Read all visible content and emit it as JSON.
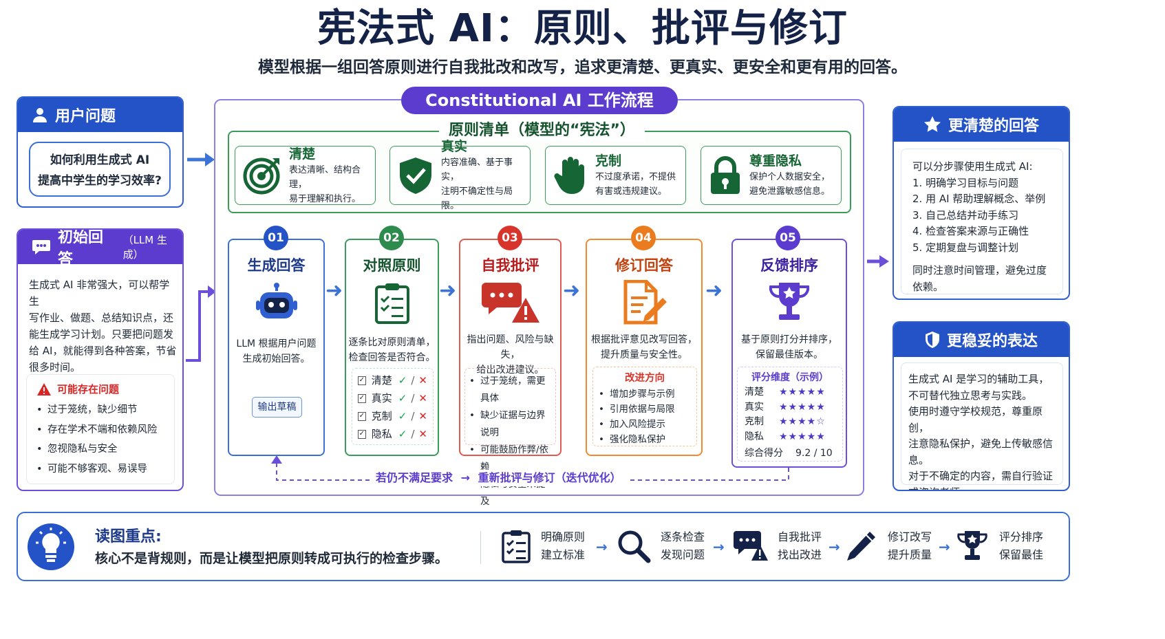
{
  "title": "宪法式 AI：原则、批评与修订",
  "subtitle": "模型根据一组回答原则进行自我批改和改写，追求更清楚、更真实、更安全和更有用的回答。",
  "user_question": {
    "header": "用户问题",
    "text_line1": "如何利用生成式 AI",
    "text_line2": "提高中学生的学习效率?"
  },
  "initial_answer": {
    "header": "初始回答",
    "header_sub": "（LLM 生成）",
    "lines": [
      "生成式 AI 非常强大，可以帮学生",
      "写作业、做题、总结知识点，还",
      "能生成学习计划。只要把问题发",
      "给 AI，就能得到各种答案，节省",
      "很多时间。"
    ],
    "issues_title": "可能存在问题",
    "issues": [
      "过于笼统，缺少细节",
      "存在学术不端和依赖风险",
      "忽视隐私与安全",
      "可能不够客观、易误导"
    ]
  },
  "workflow": {
    "title": "Constitutional AI 工作流程",
    "loop_text_1": "若仍不满足要求",
    "loop_arrow": "→",
    "loop_text_2": "重新批评与修订（迭代优化）"
  },
  "principles": {
    "title": "原则清单（模型的“宪法”）",
    "items": [
      {
        "name": "清楚",
        "desc1": "表达清晰、结构合理，",
        "desc2": "易于理解和执行。"
      },
      {
        "name": "真实",
        "desc1": "内容准确、基于事实，",
        "desc2": "注明不确定性与局限。"
      },
      {
        "name": "克制",
        "desc1": "不过度承诺，不提供",
        "desc2": "有害或违规建议。"
      },
      {
        "name": "尊重隐私",
        "desc1": "保护个人数据安全，",
        "desc2": "避免泄露敏感信息。"
      }
    ]
  },
  "steps": [
    {
      "num": "01",
      "title": "生成回答",
      "desc1": "LLM 根据用户问题",
      "desc2": "生成初始回答。",
      "tag": "输出草稿"
    },
    {
      "num": "02",
      "title": "对照原则",
      "desc1": "逐条比对原则清单，",
      "desc2": "检查回答是否符合。",
      "checks": [
        "清楚",
        "真实",
        "克制",
        "隐私"
      ],
      "mark_ok": "✓",
      "mark_sep": "/",
      "mark_bad": "✕"
    },
    {
      "num": "03",
      "title": "自我批评",
      "desc1": "指出问题、风险与缺失，",
      "desc2": "给出改进建议。",
      "points": [
        "过于笼统，需更具体",
        "缺少证据与边界说明",
        "可能鼓励作弊/依赖",
        "隐私与安全未提及"
      ]
    },
    {
      "num": "04",
      "title": "修订回答",
      "desc1": "根据批评意见改写回答，",
      "desc2": "提升质量与安全性。",
      "box_title": "改进方向",
      "points": [
        "增加步骤与示例",
        "引用依据与局限",
        "加入风险提示",
        "强化隐私保护"
      ]
    },
    {
      "num": "05",
      "title": "反馈排序",
      "desc1": "基于原则打分并排序，",
      "desc2": "保留最佳版本。",
      "box_title": "评分维度（示例）",
      "scores": [
        {
          "name": "清楚",
          "stars": "★★★★★"
        },
        {
          "name": "真实",
          "stars": "★★★★★"
        },
        {
          "name": "克制",
          "stars": "★★★★☆"
        },
        {
          "name": "隐私",
          "stars": "★★★★★"
        }
      ],
      "total_label": "综合得分",
      "total_value": "9.2 / 10"
    }
  ],
  "clear_answer": {
    "header": "更清楚的回答",
    "intro": "可以分步骤使用生成式 AI:",
    "items": [
      "1. 明确学习目标与问题",
      "2. 用 AI 帮助理解概念、举例",
      "3. 自己总结并动手练习",
      "4. 检查答案来源与正确性",
      "5. 定期复盘与调整计划"
    ],
    "footer": "同时注意时间管理，避免过度依赖。"
  },
  "safe_answer": {
    "header": "更稳妥的表达",
    "lines": [
      "生成式 AI 是学习的辅助工具，",
      "不可替代独立思考与实践。",
      "使用时遵守学校规范，尊重原创，",
      "注意隐私保护，避免上传敏感信息。",
      "对于不确定的内容，需自行验证",
      "或咨询老师。"
    ]
  },
  "bottom": {
    "heading": "读图重点:",
    "text": "核心不是背规则，而是让模型把原则转成可执行的检查步骤。",
    "items": [
      {
        "l1": "明确原则",
        "l2": "建立标准"
      },
      {
        "l1": "逐条检查",
        "l2": "发现问题"
      },
      {
        "l1": "自我批评",
        "l2": "找出改进"
      },
      {
        "l1": "修订改写",
        "l2": "提升质量"
      },
      {
        "l1": "评分排序",
        "l2": "保留最佳"
      }
    ]
  },
  "colors": {
    "blue": "#2f5fd0",
    "purple": "#5b3ccf",
    "green": "#2e8b4e",
    "red": "#d9342b",
    "orange": "#ea7c1f",
    "navy": "#152247"
  }
}
